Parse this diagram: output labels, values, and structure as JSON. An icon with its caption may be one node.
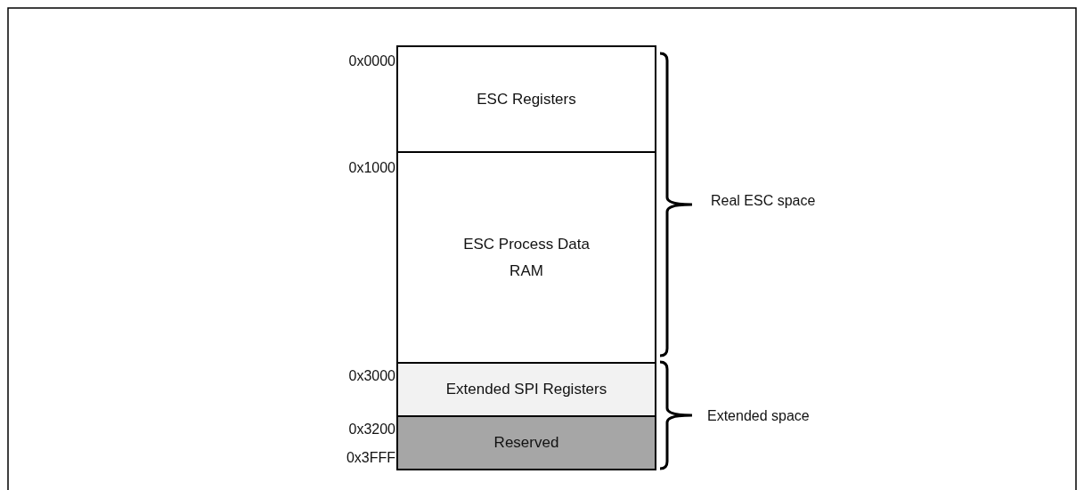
{
  "diagram": {
    "nodes": [
      {
        "text": [
          "ESC Registers"
        ]
      },
      {
        "text": [
          "ESC Process Data RAM"
        ]
      },
      {
        "text": [
          "Extended SPI Registers"
        ]
      },
      {
        "text": [
          "Reserved"
        ]
      }
    ],
    "labels": [
      "0x0000",
      "0x1000",
      "Real ESC space",
      "0x3000",
      "Extended space",
      "0x3200",
      "0x3FFF"
    ]
  }
}
